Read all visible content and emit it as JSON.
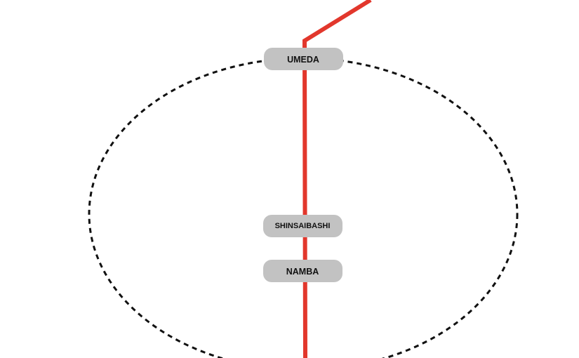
{
  "map": {
    "colors": {
      "background": "#ffffff",
      "line": "#e2372c",
      "loop": "#111111",
      "station_fill": "#c2c2c2",
      "station_text": "#111111"
    },
    "stations": [
      {
        "id": "umeda",
        "label": "UMEDA"
      },
      {
        "id": "shinsaibashi",
        "label": "SHINSAIBASHI"
      },
      {
        "id": "namba",
        "label": "NAMBA"
      }
    ]
  }
}
